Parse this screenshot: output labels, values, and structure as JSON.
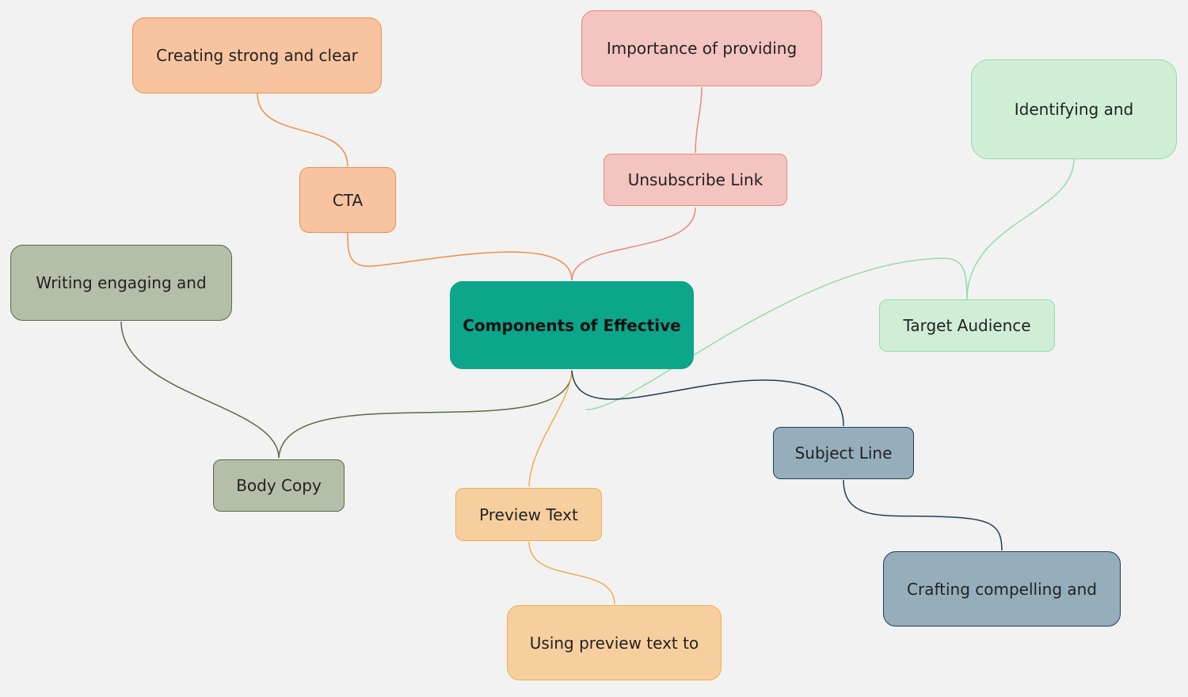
{
  "root": {
    "label": "Components of Effective",
    "color": "#0ca68a"
  },
  "branches": [
    {
      "id": "cta",
      "label": "CTA",
      "fill": "#f8c4a0",
      "stroke": "#ef8f45",
      "child": {
        "label": "Creating strong and clear"
      }
    },
    {
      "id": "unsubscribe",
      "label": "Unsubscribe Link",
      "fill": "#f4c4c0",
      "stroke": "#e8887c",
      "child": {
        "label": "Importance of providing"
      }
    },
    {
      "id": "target",
      "label": "Target Audience",
      "fill": "#d0eed6",
      "stroke": "#93dca6",
      "child": {
        "label": "Identifying and"
      }
    },
    {
      "id": "body",
      "label": "Body Copy",
      "fill": "#b4bea8",
      "stroke": "#5c6b40",
      "child": {
        "label": "Writing engaging and"
      }
    },
    {
      "id": "preview",
      "label": "Preview Text",
      "fill": "#f7cf9e",
      "stroke": "#f0ad4e",
      "child": {
        "label": "Using preview text to"
      }
    },
    {
      "id": "subject",
      "label": "Subject Line",
      "fill": "#96aebb",
      "stroke": "#1e3f5c",
      "child": {
        "label": "Crafting compelling and"
      }
    }
  ]
}
